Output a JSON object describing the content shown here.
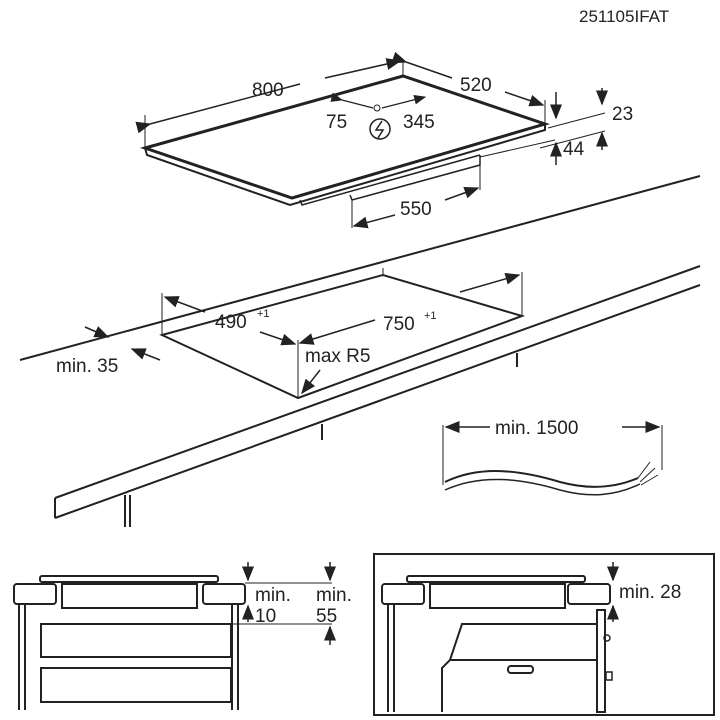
{
  "doc_code": "251105IFAT",
  "hob": {
    "width": "800",
    "depth": "520",
    "cable_offset_left": "75",
    "cable_offset_right": "345",
    "glass_thickness": "23",
    "total_height": "44",
    "body_depth": "550",
    "power_symbol": "lightning-icon"
  },
  "cutout": {
    "depth": "490",
    "depth_tol": "+1",
    "width": "750",
    "width_tol": "+1",
    "front_edge": "min. 35",
    "corner_radius": "max R5"
  },
  "cable": {
    "length": "min. 1500"
  },
  "section_drawer": {
    "gap_label": "min.",
    "gap_value": "10",
    "clearance_label": "min.",
    "clearance_value": "55"
  },
  "section_oven": {
    "clearance": "min. 28"
  }
}
